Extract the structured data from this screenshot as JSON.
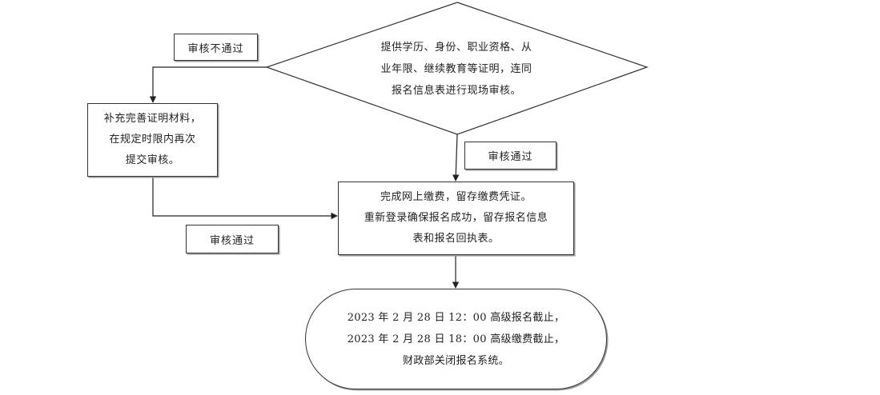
{
  "flowchart": {
    "decision": {
      "lines": [
        "提供学历、身份、职业资格、从",
        "业年限、继续教育等证明，连同",
        "报名信息表进行现场审核。"
      ]
    },
    "fail_label": "审核不通过",
    "supplement": {
      "lines": [
        "补充完善证明材料，",
        "在规定时限内再次",
        "提交审核。"
      ]
    },
    "pass_label_right": "审核通过",
    "pass_label_left": "审核通过",
    "payment": {
      "lines": [
        "完成网上缴费，留存缴费凭证。",
        "重新登录确保报名成功，留存报名信息",
        "表和报名回执表。"
      ]
    },
    "deadline": {
      "lines": [
        "2023 年 2 月 28 日 12：00 高级报名截止，",
        "2023 年 2 月 28 日 18：00 高级缴费截止，",
        "财政部关闭报名系统。"
      ]
    }
  }
}
